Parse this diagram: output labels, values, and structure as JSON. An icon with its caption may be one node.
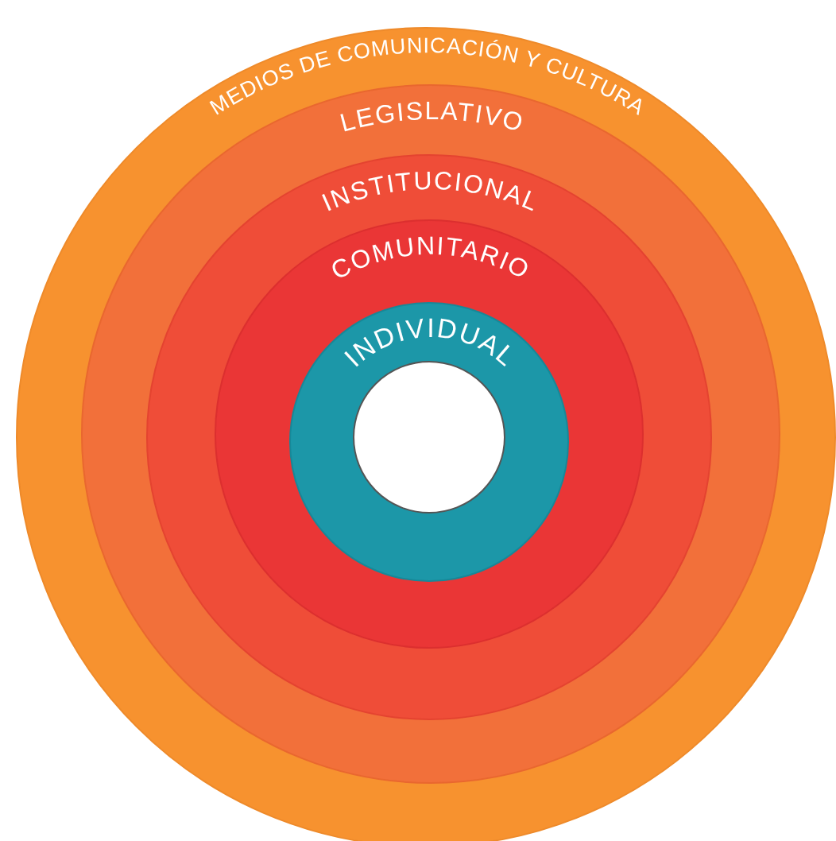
{
  "diagram": {
    "nodes": [
      {
        "text": [
          "MEDIOS DE COMUNICACIÓN Y CULTURA"
        ]
      },
      {
        "text": [
          "LEGISLATIVO"
        ],
        "in": 0
      },
      {
        "text": [
          "INSTITUCIONAL"
        ],
        "in": 1
      },
      {
        "text": [
          "COMUNITARIO"
        ],
        "in": 2
      },
      {
        "text": [
          "INDIVIDUAL"
        ],
        "in": 3
      },
      {
        "text": [],
        "shape": "circle",
        "in": 4
      }
    ]
  }
}
